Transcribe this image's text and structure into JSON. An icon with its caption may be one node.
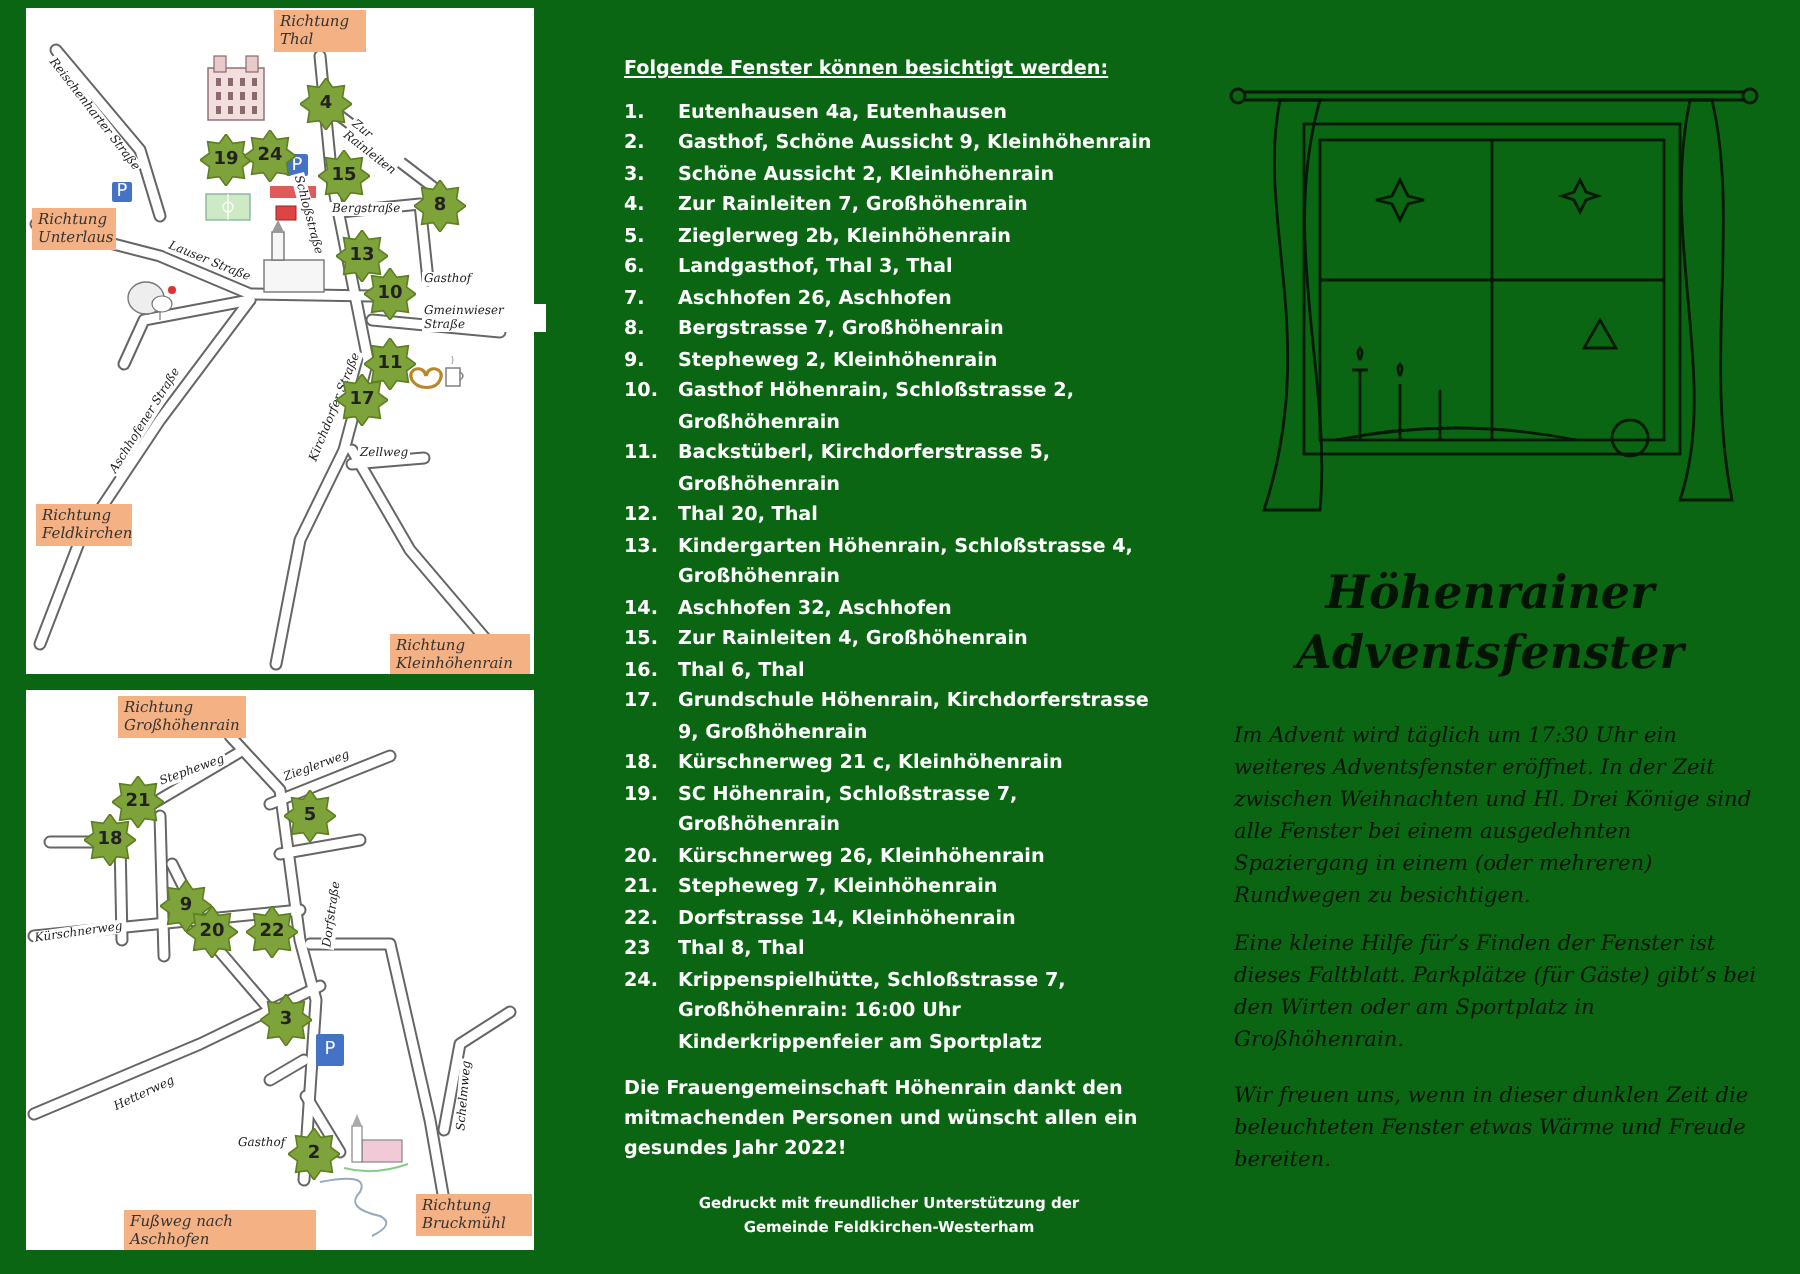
{
  "diagram": {
    "title": "Höhenrainer Adventsfenster",
    "nodes": [
      {
        "text": [
          "Richtung Thal"
        ]
      },
      {
        "text": [
          "4"
        ]
      },
      {
        "text": [
          "19"
        ]
      },
      {
        "text": [
          "24"
        ]
      },
      {
        "text": [
          "P"
        ]
      },
      {
        "text": [
          "15"
        ]
      },
      {
        "text": [
          "P"
        ]
      },
      {
        "text": [
          "Richtung Unterlaus"
        ]
      },
      {
        "text": [
          "8"
        ]
      },
      {
        "text": [
          "13"
        ]
      },
      {
        "text": [
          "10"
        ]
      },
      {
        "text": [
          "11"
        ]
      },
      {
        "text": [
          "17"
        ]
      },
      {
        "text": [
          "Richtung Feldkirchen"
        ]
      },
      {
        "text": [
          "Richtung Kleinhöhenrain"
        ]
      },
      {
        "text": [
          "Richtung Großhöhenrain"
        ]
      },
      {
        "text": [
          "21"
        ]
      },
      {
        "text": [
          "5"
        ]
      },
      {
        "text": [
          "18"
        ]
      },
      {
        "text": [
          "9"
        ]
      },
      {
        "text": [
          "20"
        ]
      },
      {
        "text": [
          "22"
        ]
      },
      {
        "text": [
          "3"
        ]
      },
      {
        "text": [
          "P"
        ]
      },
      {
        "text": [
          "2"
        ]
      },
      {
        "text": [
          "Fußweg nach Aschhofen"
        ]
      },
      {
        "text": [
          "Richtung Bruckmühl"
        ]
      }
    ],
    "labels": [
      "Reischenharter Straße",
      "Zur Rainleiten",
      "Schloßstraße",
      "Bergstraße",
      "Lauser Straße",
      "Gasthof",
      "Gmeinwieser Straße",
      "Kirchdorfer Straße",
      "Zellweg",
      "Aschhofener Straße",
      "Stepheweg",
      "Zieglerweg",
      "Dorfstraße",
      "Kürschnerweg",
      "Hetterweg",
      "Gasthof",
      "Schelmweg",
      "Folgende Fenster können besichtigt werden:",
      "1.",
      "Eutenhausen 4a, Eutenhausen",
      "2.",
      "Gasthof, Schöne Aussicht 9, Kleinhöhenrain",
      "3.",
      "Schöne Aussicht 2, Kleinhöhenrain",
      "4.",
      "Zur Rainleiten 7, Großhöhenrain",
      "5.",
      "Zieglerweg 2b, Kleinhöhenrain",
      "6.",
      "Landgasthof, Thal 3, Thal",
      "7.",
      "Aschhofen 26, Aschhofen",
      "8.",
      "Bergstrasse 7, Großhöhenrain",
      "9.",
      "Stepheweg 2, Kleinhöhenrain",
      "10.",
      "Gasthof Höhenrain, Schloßstrasse 2, Großhöhenrain",
      "11.",
      "Backstüberl, Kirchdorferstrasse 5, Großhöhenrain",
      "12.",
      "Thal 20, Thal",
      "13.",
      "Kindergarten Höhenrain, Schloßstrasse 4, Großhöhenrain",
      "14.",
      "Aschhofen 32, Aschhofen",
      "15.",
      "Zur Rainleiten 4, Großhöhenrain",
      "16.",
      "Thal 6, Thal",
      "17.",
      "Grundschule Höhenrain, Kirchdorferstrasse 9, Großhöhenrain",
      "18.",
      "Kürschnerweg 21 c, Kleinhöhenrain",
      "19.",
      "SC Höhenrain, Schloßstrasse 7, Großhöhenrain",
      "20.",
      "Kürschnerweg 26, Kleinhöhenrain",
      "21.",
      "Stepheweg 7, Kleinhöhenrain",
      "22.",
      "Dorfstrasse 14, Kleinhöhenrain",
      "23",
      "Thal 8, Thal",
      "24.",
      "Krippenspielhütte, Schloßstrasse 7, Großhöhenrain: **16:00 Uhr** Kinderkrippenfeier am Sportplatz",
      "Die Frauengemeinschaft Höhenrain dankt den mitmachenden Personen und wünscht allen ein gesundes Jahr 2022!",
      "Gedruckt mit freundlicher Unterstützung der Gemeinde Feldkirchen-Westerham",
      "Im Advent wird täglich um 17:30 Uhr ein weiteres Adventsfenster eröffnet. In der Zeit zwischen Weihnachten und Hl. Drei Könige sind alle Fenster bei einem ausgedehnten Spaziergang in einem (oder mehreren) Rundwegen zu besichtigen.",
      "Eine kleine Hilfe für’s Finden der Fenster ist dieses Faltblatt. Parkplätze (für Gäste) gibt’s bei den Wirten oder am Sportplatz in Großhöhenrain.",
      "Wir freuen uns, wenn in dieser dunklen Zeit die beleuchteten Fenster etwas Wärme und Freude bereiten."
    ]
  }
}
